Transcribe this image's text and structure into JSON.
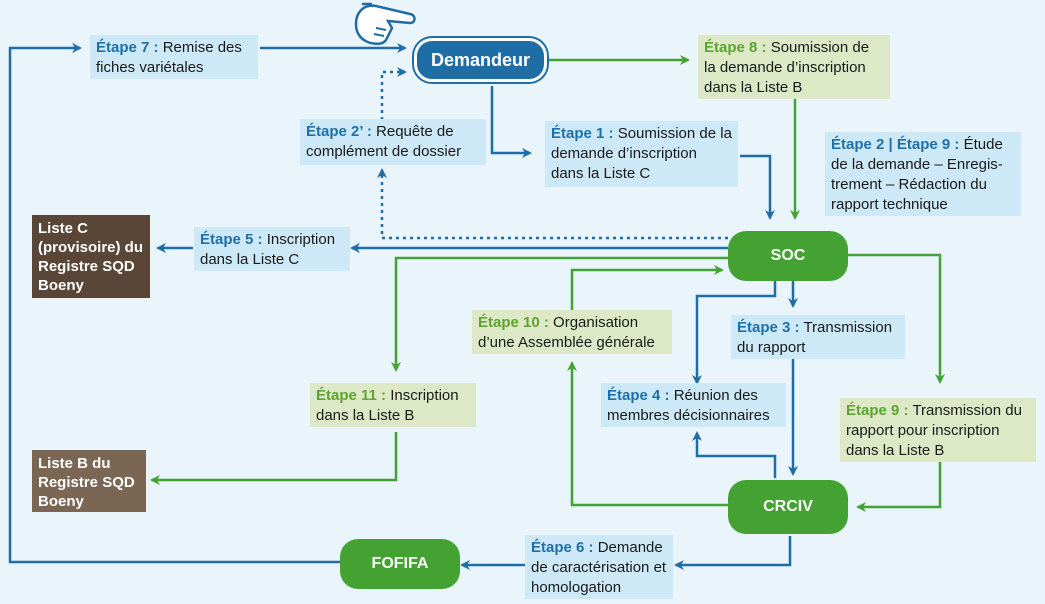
{
  "nodes": {
    "demandeur": "Demandeur",
    "soc": "SOC",
    "crciv": "CRCIV",
    "fofifa": "FOFIFA"
  },
  "registers": {
    "liste_c": "Liste C (provisoire) du Registre SQD Boeny",
    "liste_b": "Liste B du Registre SQD Boeny"
  },
  "steps": {
    "s7": {
      "label": "Étape 7 :",
      "text": "Remise des fiches variétales"
    },
    "s8": {
      "label": "Étape 8 :",
      "text": "Soumission de la demande d’inscription dans la Liste B"
    },
    "s2p": {
      "label": "Étape 2’ :",
      "text": "Requête de complément de dossier"
    },
    "s1": {
      "label": "Étape 1 :",
      "text": "Soumission de la demande d’inscription dans la Liste C"
    },
    "s29": {
      "label": "Étape 2 | Étape 9 :",
      "text": "Étude de la demande – Enregis­trement – Rédaction du rapport technique"
    },
    "s5": {
      "label": "Étape 5 :",
      "text": "Inscription dans la Liste C"
    },
    "s10": {
      "label": "Étape 10 :",
      "text": "Organisation d’une Assemblée générale"
    },
    "s3": {
      "label": "Étape 3 :",
      "text": "Transmission du rapport"
    },
    "s11": {
      "label": "Étape 11 :",
      "text": "Inscription dans la Liste B"
    },
    "s4": {
      "label": "Étape 4 :",
      "text": "Réunion des membres décisionnaires"
    },
    "s9": {
      "label": "Étape 9 :",
      "text": "Transmission du rapport pour inscription dans la Liste B"
    },
    "s6": {
      "label": "Étape 6 :",
      "text": "Demande de caractérisation et homologation"
    }
  },
  "colors": {
    "blue": "#1f6da5",
    "green": "#43a232",
    "blue_box": "#cde8f6",
    "green_box": "#dde9c6",
    "brown_dark": "#5a4636",
    "brown_light": "#7a6652",
    "background": "#e9f4fb"
  },
  "icons": [
    "pointing-hand-icon"
  ]
}
